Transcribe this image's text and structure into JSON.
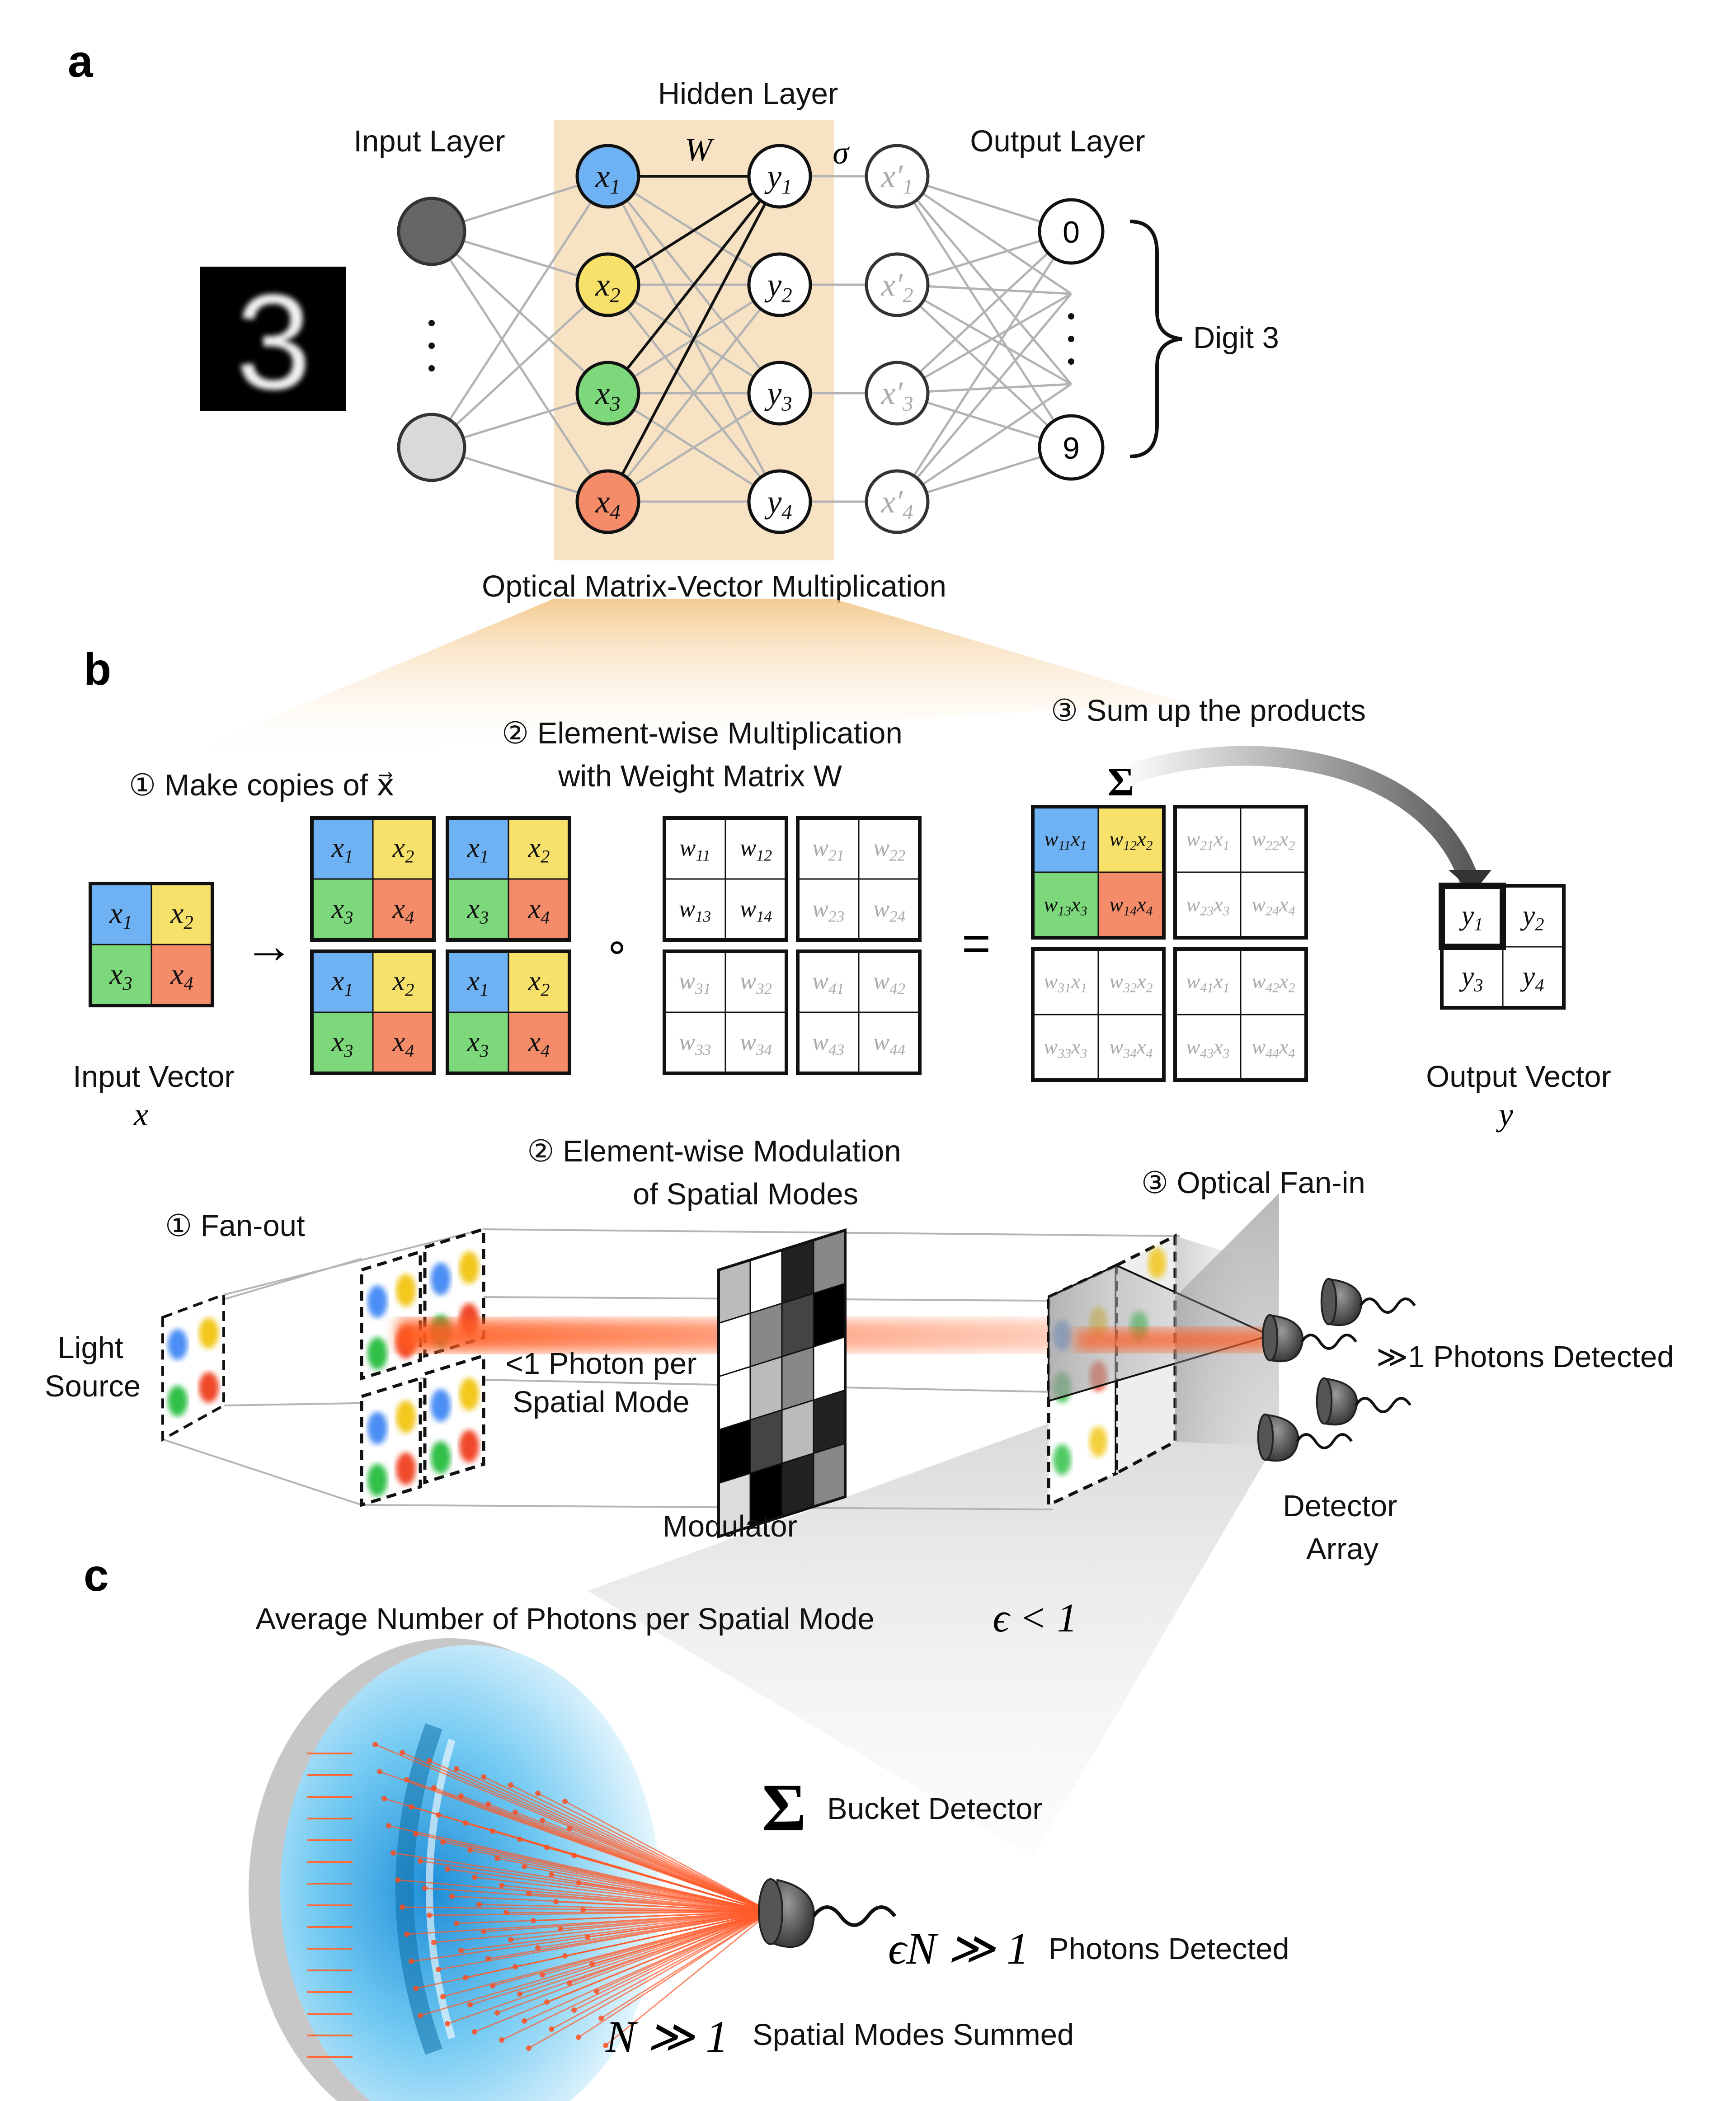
{
  "panels": {
    "a": "a",
    "b": "b",
    "c": "c"
  },
  "panel_a": {
    "hidden_layer": "Hidden Layer",
    "input_layer": "Input Layer",
    "output_layer": "Output Layer",
    "weight_symbol": "W",
    "activation_symbol": "σ",
    "digit_image_text": "3",
    "hidden_nodes": [
      "x1",
      "x2",
      "x3",
      "x4"
    ],
    "y_nodes": [
      "y1",
      "y2",
      "y3",
      "y4"
    ],
    "xprime_nodes": [
      "x′1",
      "x′2",
      "x′3",
      "x′4"
    ],
    "output_nodes": [
      "0",
      "9"
    ],
    "brace_label": "Digit 3",
    "caption": "Optical Matrix-Vector Multiplication",
    "colors": {
      "x1": "#6fb2f3",
      "x2": "#f7e16a",
      "x3": "#7dd87c",
      "x4": "#f48c6a",
      "highlight": "#f7e3c3",
      "input_dark": "#666666",
      "input_light": "#d9d9d9"
    }
  },
  "panel_b_top": {
    "step1": "① Make copies of x⃗",
    "step2_line1": "② Element-wise Multiplication",
    "step2_line2": "with Weight Matrix W",
    "step3": "③ Sum up the products",
    "sigma": "Σ",
    "input_vector_label": "Input Vector",
    "input_vector_symbol": "x⃗",
    "output_vector_label": "Output Vector",
    "output_vector_symbol": "y⃗",
    "x_cells": [
      "x1",
      "x2",
      "x3",
      "x4"
    ],
    "weights": [
      [
        "w11",
        "w12",
        "w13",
        "w14"
      ],
      [
        "w21",
        "w22",
        "w23",
        "w24"
      ],
      [
        "w31",
        "w32",
        "w33",
        "w34"
      ],
      [
        "w41",
        "w42",
        "w43",
        "w44"
      ]
    ],
    "products": [
      [
        "w11x1",
        "w12x2",
        "w13x3",
        "w14x4"
      ],
      [
        "w21x1",
        "w22x2",
        "w23x3",
        "w24x4"
      ],
      [
        "w31x1",
        "w32x2",
        "w33x3",
        "w34x4"
      ],
      [
        "w41x1",
        "w42x2",
        "w43x3",
        "w44x4"
      ]
    ],
    "y_cells": [
      "y1",
      "y2",
      "y3",
      "y4"
    ],
    "arrow": "→",
    "hadamard": "∘",
    "equals": "="
  },
  "panel_b_bottom": {
    "fanout": "① Fan-out",
    "modulation_line1": "② Element-wise Modulation",
    "modulation_line2": "of Spatial Modes",
    "fanin": "③ Optical Fan-in",
    "light_source_line1": "Light",
    "light_source_line2": "Source",
    "photon_line1": "<1 Photon per",
    "photon_line2": "Spatial Mode",
    "modulator": "Modulator",
    "detected": "≫1 Photons Detected",
    "detector_line1": "Detector",
    "detector_line2": "Array"
  },
  "panel_c": {
    "avg_text": "Average Number of Photons per Spatial Mode",
    "avg_math": "ϵ < 1",
    "sigma": "Σ",
    "bucket": "Bucket Detector",
    "detected_math": "ϵN ≫ 1",
    "detected_text": "Photons Detected",
    "summed_math": "N ≫ 1",
    "summed_text": "Spatial Modes Summed"
  }
}
